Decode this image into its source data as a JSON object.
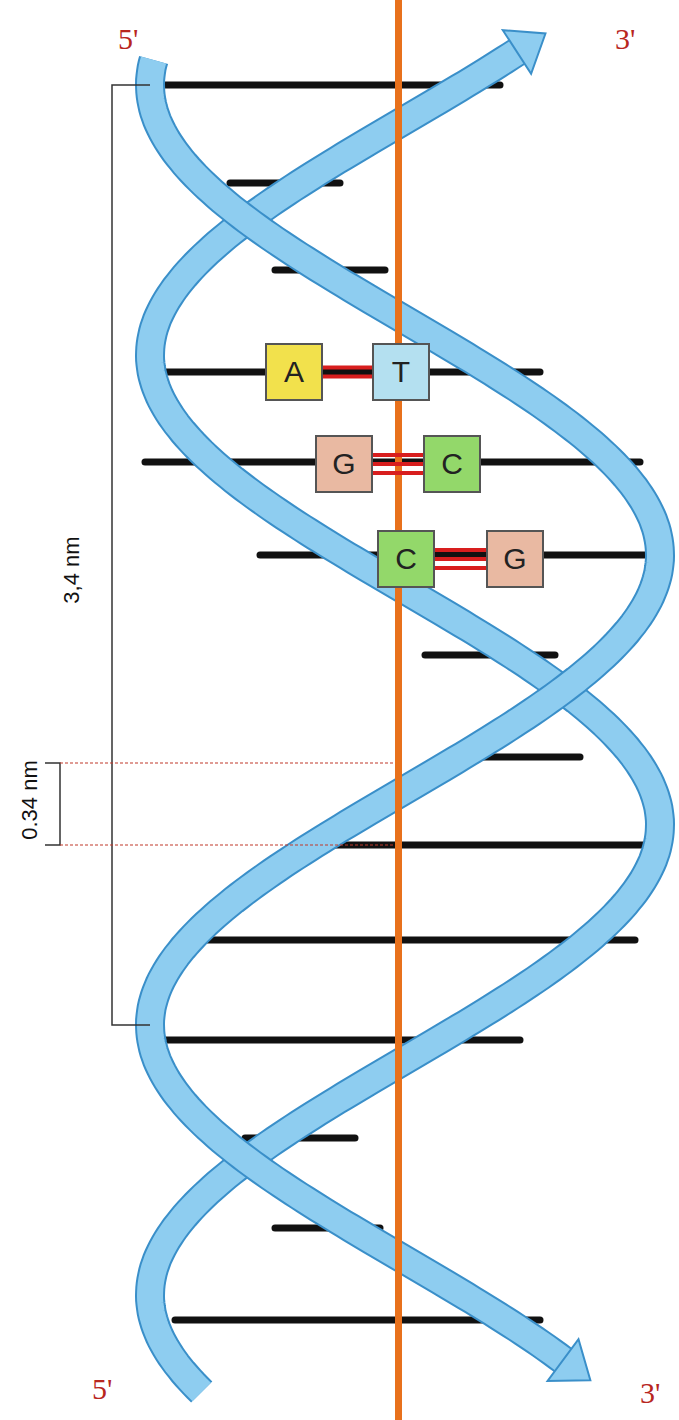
{
  "diagram": {
    "nodes": [
      {
        "text": [
          "A"
        ]
      },
      {
        "text": [
          "T"
        ]
      },
      {
        "text": [
          "G"
        ]
      },
      {
        "text": [
          "C"
        ]
      },
      {
        "text": [
          "C"
        ]
      },
      {
        "text": [
          "G"
        ]
      }
    ],
    "edges": [
      {
        "from": 0,
        "to": 1,
        "arrow": "none"
      },
      {
        "from": 2,
        "to": 3,
        "arrow": "none"
      },
      {
        "from": 4,
        "to": 5,
        "arrow": "none"
      }
    ],
    "labels": [
      "5'",
      "3'",
      "3,4 nm",
      "0.34 nm",
      "5'",
      "3'"
    ]
  }
}
